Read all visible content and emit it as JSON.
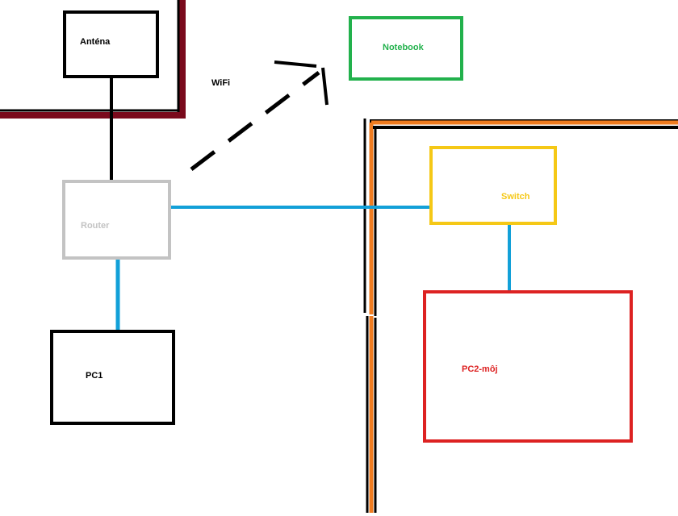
{
  "colors": {
    "black": "#000000",
    "wall_dark_red": "#7a0a1c",
    "wall_orange": "#f07c20",
    "cable_blue": "#12a0d8",
    "router_gray": "#c3c3c3",
    "notebook_green": "#22b14c",
    "switch_yellow": "#f5c816",
    "pc2_red": "#dd2222"
  },
  "nodes": {
    "antena": {
      "label": "Anténa"
    },
    "router": {
      "label": "Router"
    },
    "pc1": {
      "label": "PC1"
    },
    "notebook": {
      "label": "Notebook"
    },
    "switch": {
      "label": "Switch"
    },
    "pc2": {
      "label": "PC2-môj"
    }
  },
  "links": {
    "wifi": {
      "label": "WiFi",
      "style": "dashed-arrow"
    }
  }
}
